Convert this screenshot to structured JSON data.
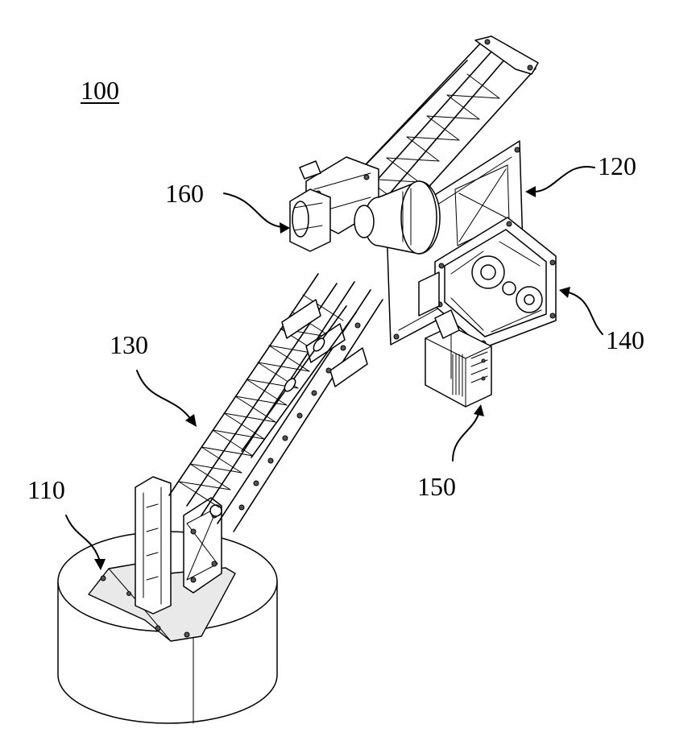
{
  "figure": {
    "labels": {
      "assembly": "100",
      "base": "110",
      "upper_frame": "120",
      "boom_arm": "130",
      "end_plate": "140",
      "lower_module": "150",
      "motor": "160"
    }
  }
}
